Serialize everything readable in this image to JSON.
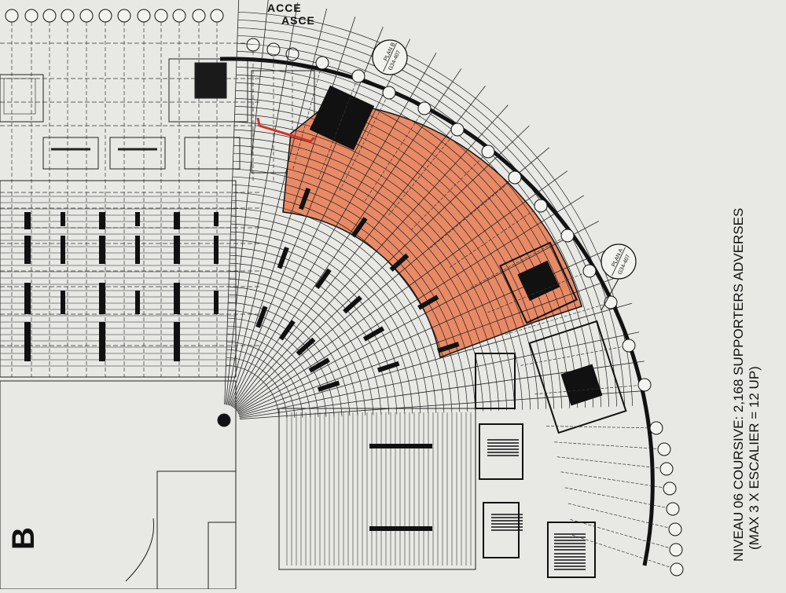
{
  "drawing": {
    "note_line1": "NIVEAU 06 COURSIVE:  2,168 SUPPORTERS ADVERSES",
    "note_line2": "(MAX 3 X ESCALIER = 12 UP)",
    "label_acce": "ACCE",
    "label_asce": "ASCE",
    "section_letter": "B",
    "callout_plan_b": {
      "title": "PLAN B",
      "ref": "G34-407"
    },
    "callout_plan_a": {
      "title": "PLAN A",
      "ref": "G34-407"
    }
  },
  "colors": {
    "paper": "#e8e8e4",
    "line": "#1a1a1a",
    "highlight": "#e98a66",
    "red_line": "#d2322a"
  }
}
